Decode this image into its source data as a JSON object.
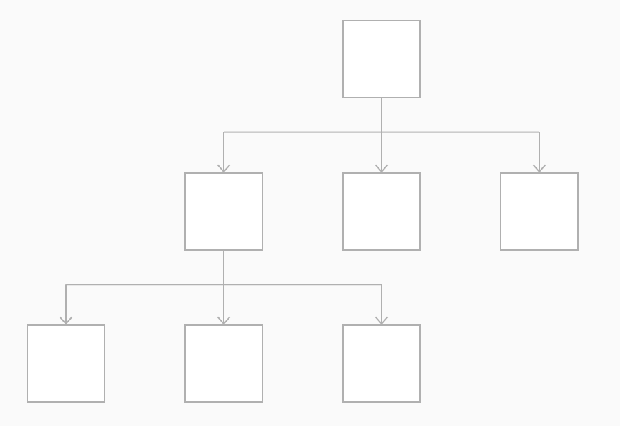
{
  "diagram": {
    "type": "tree",
    "colors": {
      "background": "#fafafa",
      "node_fill": "#ffffff",
      "node_stroke": "#b0b0b0",
      "edge_stroke": "#b0b0b0"
    },
    "nodes": [
      {
        "id": "root",
        "label": ""
      },
      {
        "id": "child-1",
        "label": ""
      },
      {
        "id": "child-2",
        "label": ""
      },
      {
        "id": "child-3",
        "label": ""
      },
      {
        "id": "grandchild-1",
        "label": ""
      },
      {
        "id": "grandchild-2",
        "label": ""
      },
      {
        "id": "grandchild-3",
        "label": ""
      }
    ],
    "edges": [
      {
        "from": "root",
        "to": "child-1"
      },
      {
        "from": "root",
        "to": "child-2"
      },
      {
        "from": "root",
        "to": "child-3"
      },
      {
        "from": "child-1",
        "to": "grandchild-1"
      },
      {
        "from": "child-1",
        "to": "grandchild-2"
      },
      {
        "from": "child-1",
        "to": "grandchild-3"
      }
    ]
  }
}
